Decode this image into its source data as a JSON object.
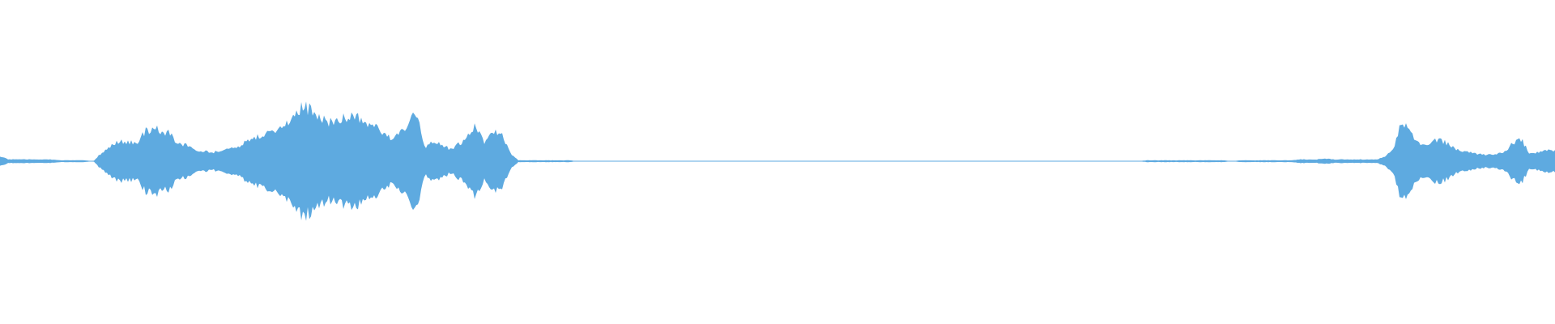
{
  "waveform": {
    "color": "#5eaae0",
    "background": "#ffffff",
    "amplitude_envelope": [
      0.06,
      0.02,
      0.02,
      0.02,
      0.02,
      0.02,
      0.02,
      0.01,
      0.01,
      0.01,
      0.01,
      0.0,
      0.1,
      0.17,
      0.22,
      0.22,
      0.2,
      0.33,
      0.38,
      0.33,
      0.31,
      0.2,
      0.18,
      0.12,
      0.11,
      0.1,
      0.11,
      0.15,
      0.17,
      0.22,
      0.27,
      0.29,
      0.33,
      0.39,
      0.46,
      0.59,
      0.61,
      0.53,
      0.47,
      0.44,
      0.44,
      0.53,
      0.49,
      0.41,
      0.39,
      0.33,
      0.27,
      0.3,
      0.38,
      0.56,
      0.14,
      0.22,
      0.18,
      0.14,
      0.19,
      0.27,
      0.4,
      0.2,
      0.34,
      0.3,
      0.1,
      0.01,
      0.01,
      0.01,
      0.01,
      0.01,
      0.01,
      0.01,
      0.0,
      0.0,
      0.0,
      0.0,
      0.0,
      0.0,
      0.0,
      0.0,
      0.0,
      0.0,
      0.0,
      0.0,
      0.0,
      0.0,
      0.0,
      0.0,
      0.0,
      0.0,
      0.0,
      0.0,
      0.0,
      0.0,
      0.0,
      0.0,
      0.0,
      0.0,
      0.0,
      0.0,
      0.0,
      0.0,
      0.0,
      0.0,
      0.0,
      0.0,
      0.0,
      0.0,
      0.0,
      0.0,
      0.0,
      0.0,
      0.0,
      0.0,
      0.0,
      0.0,
      0.0,
      0.0,
      0.0,
      0.0,
      0.0,
      0.0,
      0.0,
      0.0,
      0.0,
      0.0,
      0.0,
      0.0,
      0.0,
      0.0,
      0.0,
      0.0,
      0.0,
      0.0,
      0.0,
      0.0,
      0.0,
      0.0,
      0.0,
      0.01,
      0.01,
      0.01,
      0.01,
      0.01,
      0.01,
      0.01,
      0.01,
      0.01,
      0.01,
      0.0,
      0.01,
      0.01,
      0.01,
      0.01,
      0.01,
      0.01,
      0.01,
      0.02,
      0.02,
      0.02,
      0.03,
      0.02,
      0.02,
      0.02,
      0.02,
      0.02,
      0.02,
      0.05,
      0.14,
      0.45,
      0.3,
      0.2,
      0.16,
      0.24,
      0.22,
      0.16,
      0.1,
      0.11,
      0.08,
      0.07,
      0.08,
      0.1,
      0.2,
      0.25,
      0.09,
      0.1,
      0.12,
      0.11
    ]
  }
}
